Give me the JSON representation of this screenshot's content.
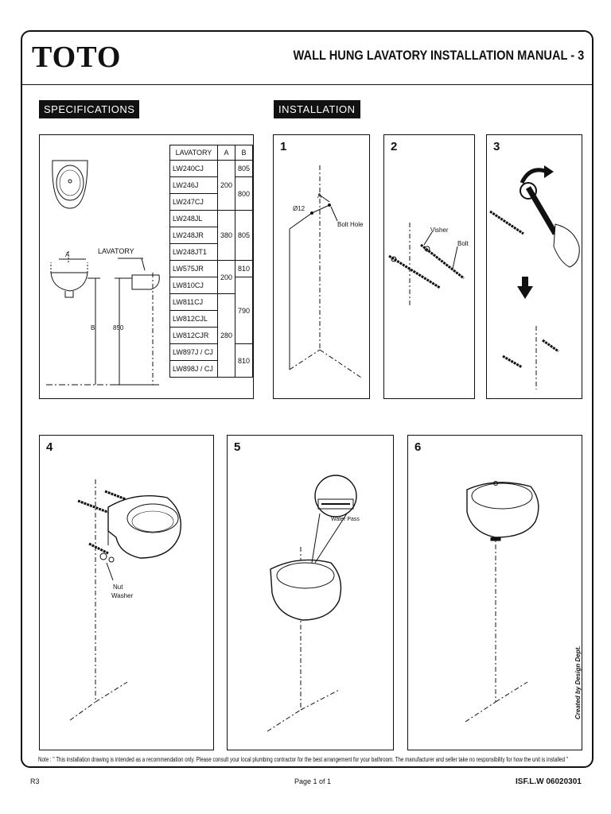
{
  "header": {
    "logo": "TOTO",
    "title": "WALL HUNG LAVATORY INSTALLATION MANUAL - 3"
  },
  "sections": {
    "specifications": "SPECIFICATIONS",
    "installation": "INSTALLATION"
  },
  "spec": {
    "diagram_labels": {
      "lavatory": "LAVATORY",
      "a": "A",
      "b": "B",
      "height": "850"
    },
    "table": {
      "headers": [
        "LAVATORY",
        "A",
        "B"
      ],
      "models": [
        "LW240CJ",
        "LW246J",
        "LW247CJ",
        "LW248JL",
        "LW248JR",
        "LW248JT1",
        "LW575JR",
        "LW810CJ",
        "LW811CJ",
        "LW812CJL",
        "LW812CJR",
        "LW897J / CJ",
        "LW898J / CJ"
      ],
      "a_values": [
        "200",
        "380",
        "200",
        "280"
      ],
      "b_values": [
        "805",
        "800",
        "805",
        "810",
        "790",
        "810"
      ]
    }
  },
  "steps": {
    "s1": {
      "num": "1",
      "dia": "Ø12",
      "a": "A",
      "bolt_hole": "Bolt Hole"
    },
    "s2": {
      "num": "2",
      "visher": "Visher",
      "bolt": "Bolt"
    },
    "s3": {
      "num": "3"
    },
    "s4": {
      "num": "4",
      "nut": "Nut",
      "washer": "Washer"
    },
    "s5": {
      "num": "5",
      "water_pass": "Water Pass"
    },
    "s6": {
      "num": "6"
    }
  },
  "footer": {
    "note": "Note : \" This installation drawing is intended as a recommendation only. Please consult your local plumbing contractor for the best arrangement for your bathroom. The manufacturer and seller take no responsibility for how the unit is installed \"",
    "revision": "R3",
    "page": "Page 1 of 1",
    "doc_code": "ISF.L.W 06020301",
    "created_by": "Created by Design Dept."
  }
}
